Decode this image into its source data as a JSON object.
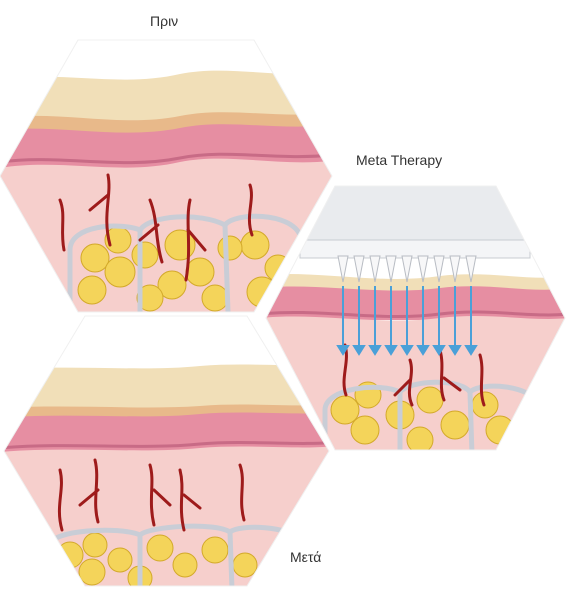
{
  "labels": {
    "before": "Πριν",
    "therapy": "Meta Therapy",
    "after": "Μετά"
  },
  "colors": {
    "epidermis": "#f1dfb8",
    "dermis": "#f2c8c4",
    "dermis_band": "#e68ea2",
    "dermis_band_dark": "#c86b86",
    "subcutis": "#f6cfcc",
    "fat": "#f4d45a",
    "fat_shadow": "#d3a92a",
    "septa": "#c9cdd6",
    "vessel": "#9e1b1b",
    "arrow": "#4aa0d8",
    "device": "#e9ebee"
  },
  "icons": {
    "before_panel": "skin-cross-section-before",
    "therapy_panel": "microneedling-device",
    "after_panel": "skin-cross-section-after",
    "arrows": "down-arrow-icon"
  }
}
